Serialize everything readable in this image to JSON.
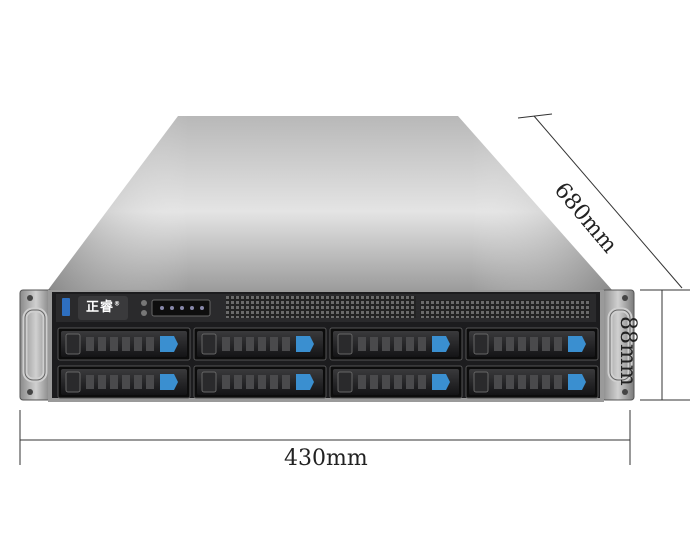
{
  "product": {
    "brand_logo_text": "正睿",
    "brand_mark": "®",
    "drive_bays": 8,
    "drive_rows": 2,
    "drive_columns": 4
  },
  "dimensions": {
    "width": "430mm",
    "depth": "680mm",
    "height": "88mm"
  },
  "colors": {
    "chassis_top_light": "#d9d9d9",
    "chassis_top_dark": "#8e8e8e",
    "front_panel": "#1c1c1e",
    "bezel": "#9a9a9a",
    "drive_release_tab": "#3a8fd0",
    "dimension_lines": "#333333"
  }
}
